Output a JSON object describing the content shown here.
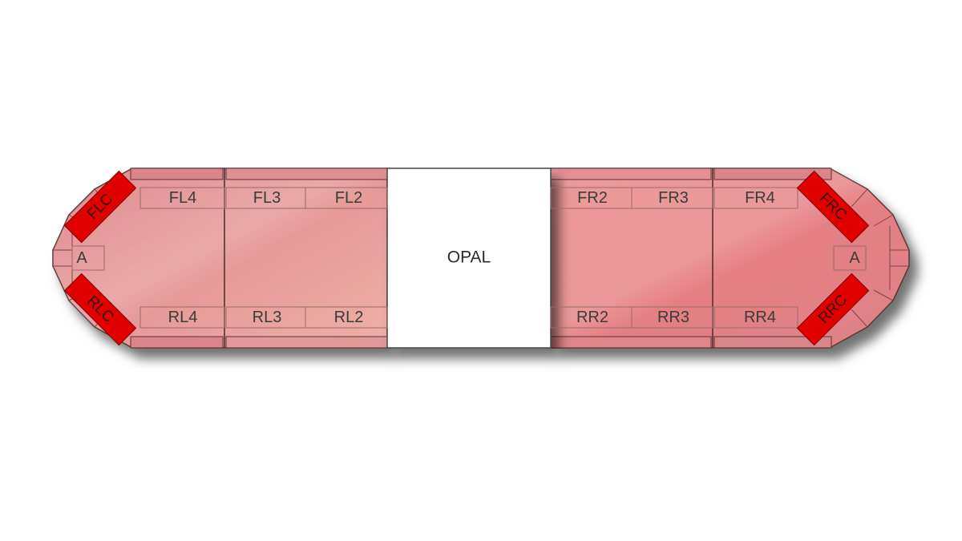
{
  "lightbar": {
    "center_module": "OPAL",
    "front_left": [
      "FL4",
      "FL3",
      "FL2"
    ],
    "rear_left": [
      "RL4",
      "RL3",
      "RL2"
    ],
    "front_right": [
      "FR2",
      "FR3",
      "FR4"
    ],
    "rear_right": [
      "RR2",
      "RR3",
      "RR4"
    ],
    "corners": {
      "front_left": "FLC",
      "rear_left": "RLC",
      "front_right": "FRC",
      "rear_right": "RRC"
    },
    "end_left": "A",
    "end_right": "A"
  },
  "colors": {
    "lens_base": "#e28a8e",
    "lens_light": "#efb4a8",
    "corner_red": "#e00000",
    "outline": "#5a3436",
    "opal": "#ffffff"
  }
}
